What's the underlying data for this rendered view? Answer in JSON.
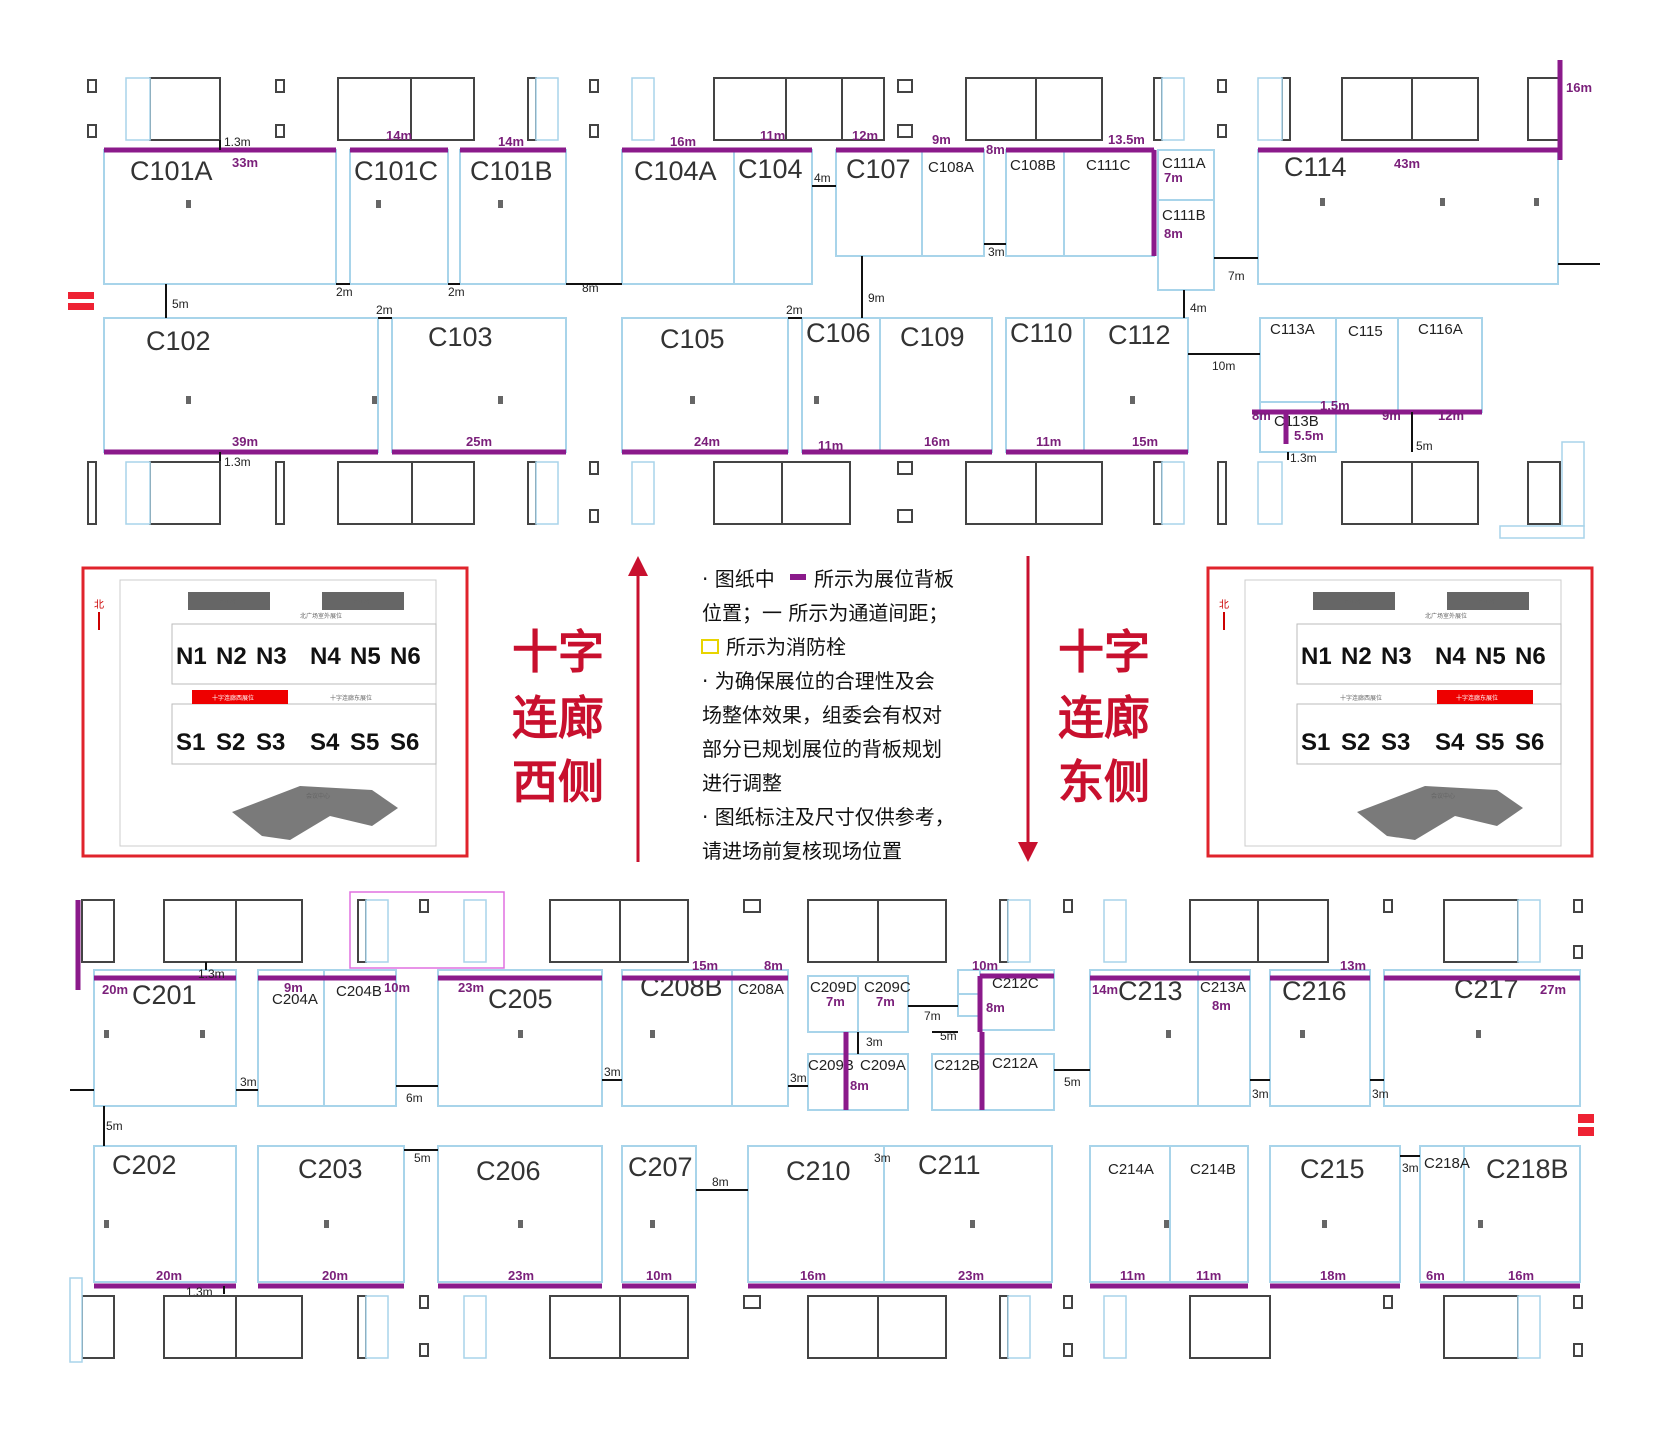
{
  "colors": {
    "booth_border": "#a8d4ea",
    "backboard": "#8b1a8b",
    "aisle": "#111111",
    "accent_red": "#c8102e",
    "hydrant": "#e8d400"
  },
  "icons": [
    "fire-hydrant-icon",
    "north-arrow-icon",
    "up-arrow-icon",
    "down-arrow-icon"
  ],
  "center_titles": {
    "west": {
      "line1": "十字",
      "line2": "连廊",
      "line3": "西侧"
    },
    "east": {
      "line1": "十字",
      "line2": "连廊",
      "line3": "东侧"
    }
  },
  "legend": {
    "line1": "· 图纸中",
    "line1b": "所示为展位背板",
    "line2": "位置；一 所示为通道间距；",
    "line3": "所示为消防栓",
    "line4": "· 为确保展位的合理性及会",
    "line5": "场整体效果，组委会有权对",
    "line6": "部分已规划展位的背板规划",
    "line7": "进行调整",
    "line8": "· 图纸标注及尺寸仅供参考，",
    "line9": "请进场前复核现场位置"
  },
  "inset_map": {
    "north": "北",
    "zones_top": [
      "N1",
      "N2",
      "N3",
      "N4",
      "N5",
      "N6"
    ],
    "zones_bottom": [
      "S1",
      "S2",
      "S3",
      "S4",
      "S5",
      "S6"
    ],
    "corridor_west": "十字连廊西展位",
    "corridor_east": "十字连廊东展位",
    "north_plaza": "北广场室外展位",
    "parking": "停车楼",
    "venue": "会议中心"
  },
  "north_section": {
    "booths": [
      {
        "id": "C101A",
        "small": false
      },
      {
        "id": "C101C",
        "small": false
      },
      {
        "id": "C101B",
        "small": false
      },
      {
        "id": "C104A",
        "small": false
      },
      {
        "id": "C104",
        "small": false
      },
      {
        "id": "C107",
        "small": false
      },
      {
        "id": "C108A",
        "small": true
      },
      {
        "id": "C108B",
        "small": true
      },
      {
        "id": "C111C",
        "small": true
      },
      {
        "id": "C111A",
        "small": true
      },
      {
        "id": "C111B",
        "small": true
      },
      {
        "id": "C114",
        "small": false
      },
      {
        "id": "C102",
        "small": false
      },
      {
        "id": "C103",
        "small": false
      },
      {
        "id": "C105",
        "small": false
      },
      {
        "id": "C106",
        "small": false
      },
      {
        "id": "C109",
        "small": false
      },
      {
        "id": "C110",
        "small": false
      },
      {
        "id": "C112",
        "small": false
      },
      {
        "id": "C113A",
        "small": true
      },
      {
        "id": "C115",
        "small": true
      },
      {
        "id": "C116A",
        "small": true
      },
      {
        "id": "C113B",
        "small": true
      }
    ],
    "backboards": [
      "33m",
      "14m",
      "14m",
      "16m",
      "11m",
      "12m",
      "9m",
      "8m",
      "13.5m",
      "7m",
      "8m",
      "43m",
      "16m",
      "39m",
      "25m",
      "24m",
      "11m",
      "16m",
      "11m",
      "15m",
      "1.5m",
      "9m",
      "12m",
      "8m",
      "5.5m"
    ],
    "aisles": [
      "1.3m",
      "4m",
      "3m",
      "5m",
      "2m",
      "2m",
      "8m",
      "2m",
      "2m",
      "9m",
      "7m",
      "4m",
      "10m",
      "5m",
      "1.3m",
      "1.3m"
    ]
  },
  "south_section": {
    "booths": [
      {
        "id": "C201",
        "small": false
      },
      {
        "id": "C204A",
        "small": true
      },
      {
        "id": "C204B",
        "small": true
      },
      {
        "id": "C205",
        "small": false
      },
      {
        "id": "C208B",
        "small": false
      },
      {
        "id": "C208A",
        "small": true
      },
      {
        "id": "C209D",
        "small": true
      },
      {
        "id": "C209C",
        "small": true
      },
      {
        "id": "C209B",
        "small": true
      },
      {
        "id": "C209A",
        "small": true
      },
      {
        "id": "C212C",
        "small": true
      },
      {
        "id": "C212B",
        "small": true
      },
      {
        "id": "C212A",
        "small": true
      },
      {
        "id": "C213",
        "small": false
      },
      {
        "id": "C213A",
        "small": true
      },
      {
        "id": "C216",
        "small": false
      },
      {
        "id": "C217",
        "small": false
      },
      {
        "id": "C202",
        "small": false
      },
      {
        "id": "C203",
        "small": false
      },
      {
        "id": "C206",
        "small": false
      },
      {
        "id": "C207",
        "small": false
      },
      {
        "id": "C210",
        "small": false
      },
      {
        "id": "C211",
        "small": false
      },
      {
        "id": "C214A",
        "small": true
      },
      {
        "id": "C214B",
        "small": true
      },
      {
        "id": "C215",
        "small": false
      },
      {
        "id": "C218A",
        "small": true
      },
      {
        "id": "C218B",
        "small": false
      }
    ],
    "backboards": [
      "20m",
      "9m",
      "10m",
      "23m",
      "15m",
      "8m",
      "7m",
      "7m",
      "8m",
      "10m",
      "8m",
      "14m",
      "8m",
      "13m",
      "27m",
      "20m",
      "20m",
      "23m",
      "10m",
      "16m",
      "23m",
      "11m",
      "11m",
      "18m",
      "6m",
      "16m"
    ],
    "aisles": [
      "1.3m",
      "3m",
      "6m",
      "3m",
      "3m",
      "7m",
      "3m",
      "5m",
      "5m",
      "3m",
      "3m",
      "5m",
      "5m",
      "8m",
      "3m",
      "3m",
      "1.3m"
    ]
  },
  "entrances": {
    "west": "tl",
    "east": "tl"
  }
}
